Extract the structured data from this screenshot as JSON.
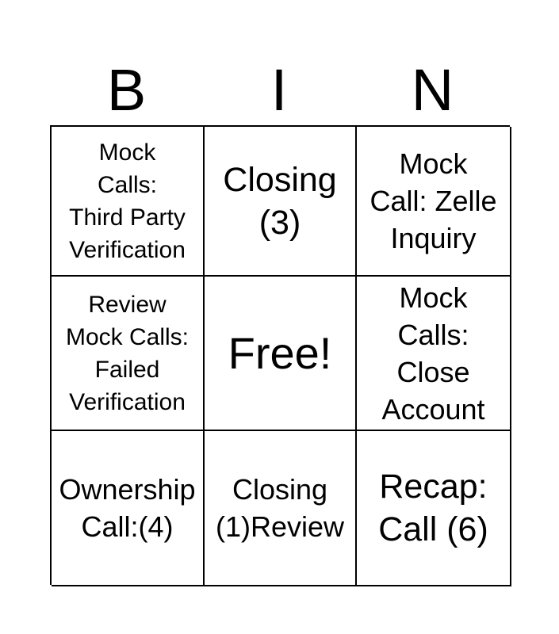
{
  "card": {
    "type": "bingo-card",
    "columns": 3,
    "rows": 3,
    "text_color": "#000000",
    "background_color": "#ffffff",
    "border_color": "#000000"
  },
  "header": {
    "letters": [
      "B",
      "I",
      "N"
    ]
  },
  "grid": {
    "cells": [
      {
        "text": "Mock\nCalls:\nThird Party\nVerification",
        "size": "sz-s",
        "free": false
      },
      {
        "text": "Closing\n(3)",
        "size": "sz-l",
        "free": false
      },
      {
        "text": "Mock\nCall: Zelle\nInquiry",
        "size": "sz-m",
        "free": false
      },
      {
        "text": "Review\nMock Calls:\nFailed\nVerification",
        "size": "sz-s",
        "free": false
      },
      {
        "text": "Free!",
        "size": "sz-xl",
        "free": true
      },
      {
        "text": "Mock\nCalls:\nClose\nAccount",
        "size": "sz-m",
        "free": false
      },
      {
        "text": "Ownership\nCall:(4)",
        "size": "sz-m",
        "free": false
      },
      {
        "text": "Closing\n(1)Review",
        "size": "sz-m",
        "free": false
      },
      {
        "text": "Recap:\nCall (6)",
        "size": "sz-l",
        "free": false
      }
    ]
  }
}
